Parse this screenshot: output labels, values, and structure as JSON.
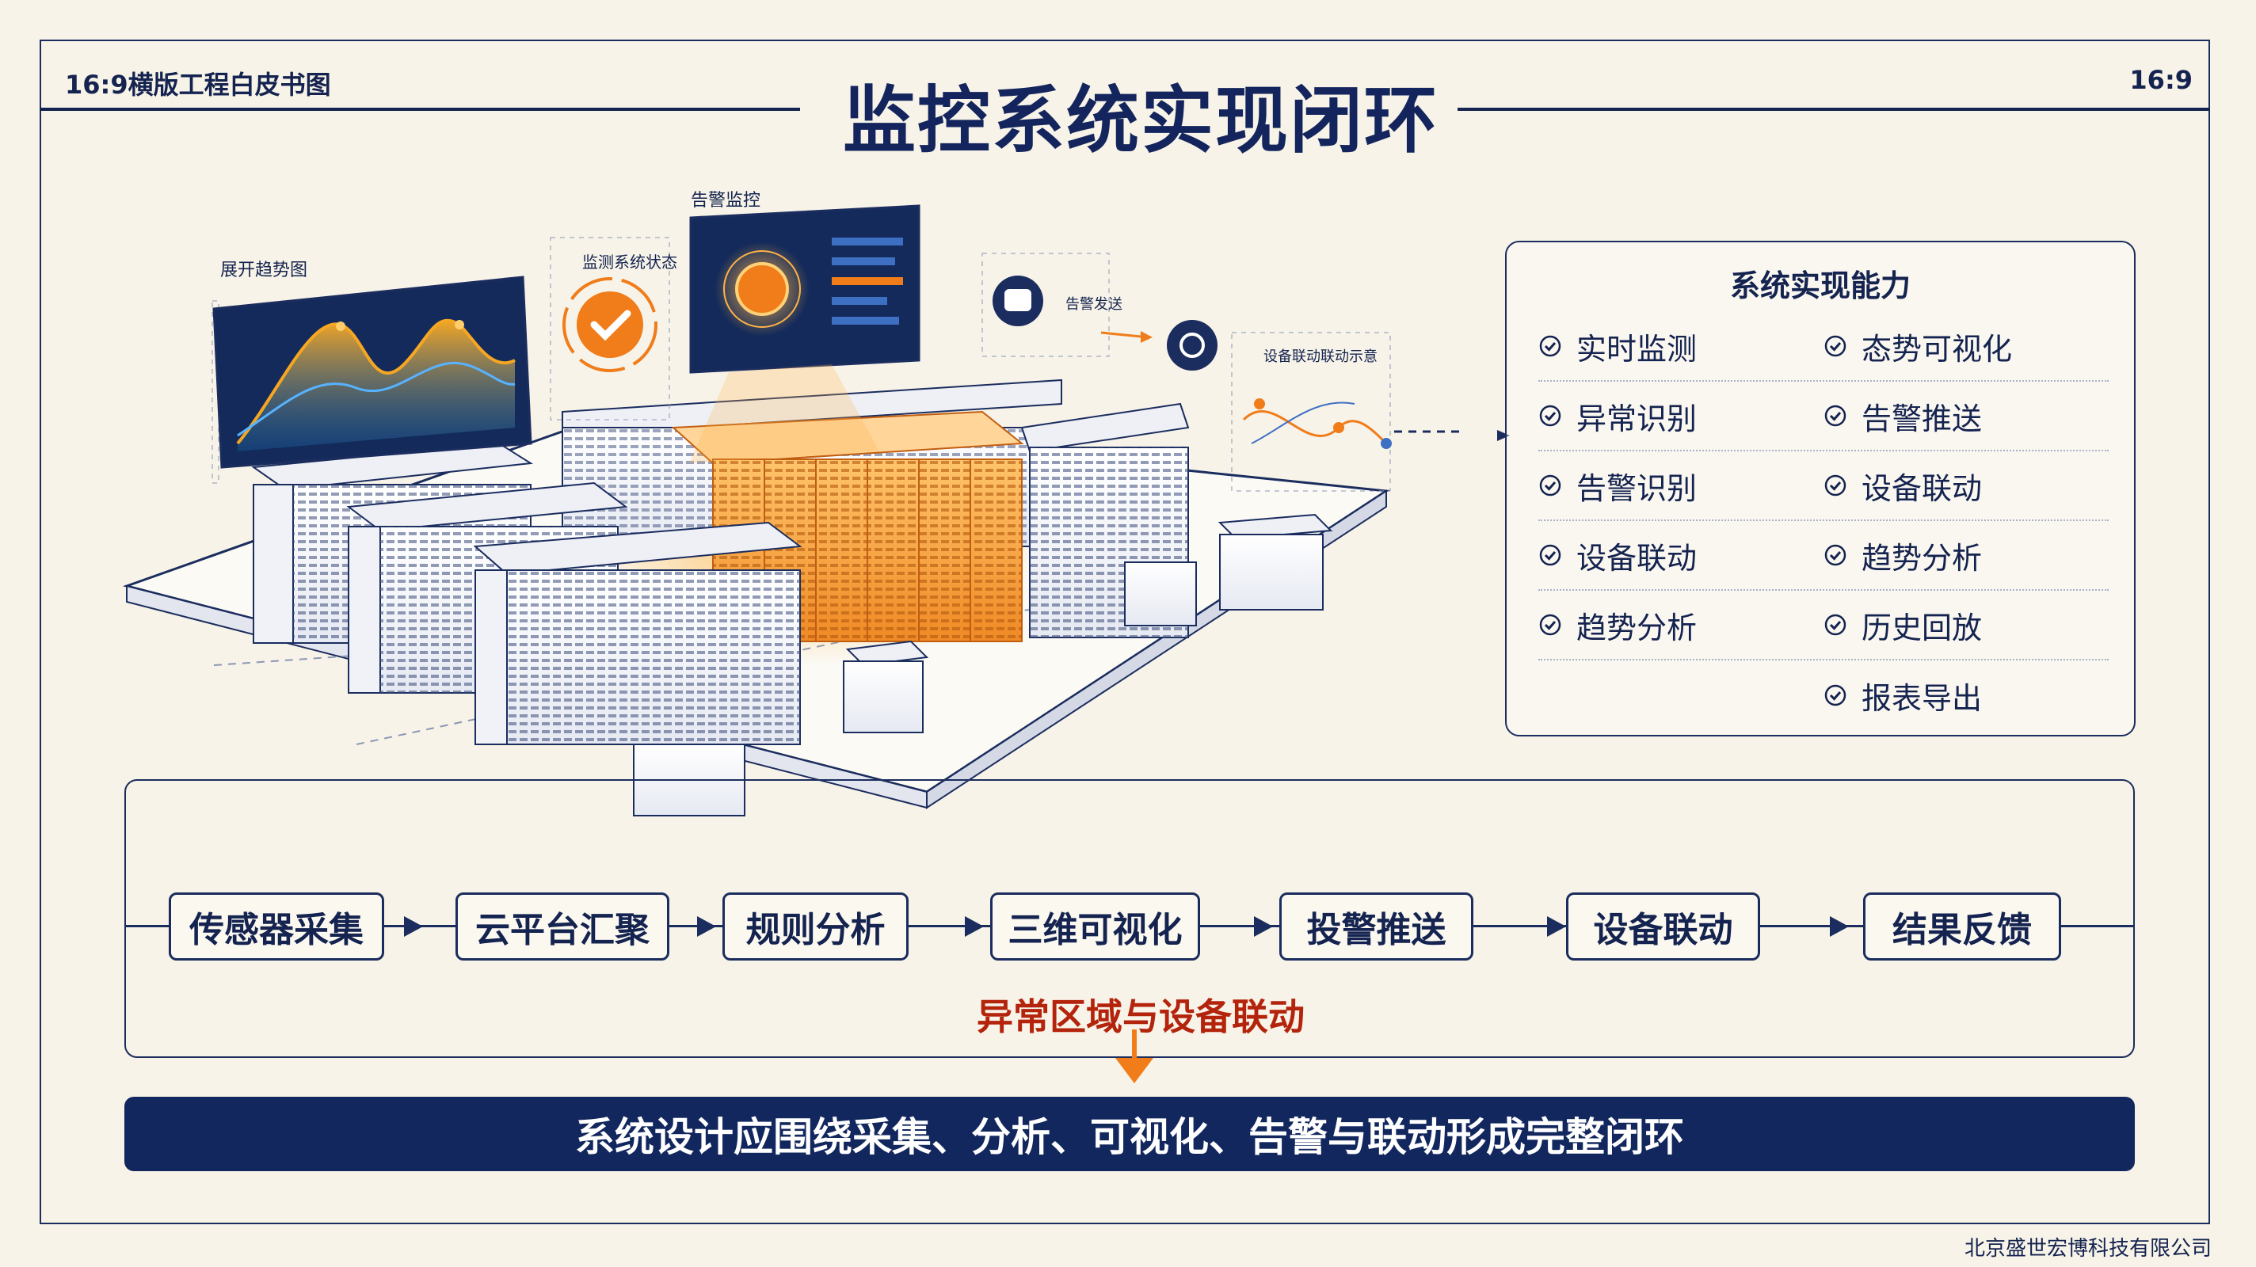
{
  "header": {
    "top_left_label": "16:9横版工程白皮书图",
    "top_right_label": "16:9",
    "title": "监控系统实现闭环"
  },
  "illustration": {
    "panel_chart_title": "展开趋势图",
    "panel_alert_title": "监测系统状态",
    "panel_dashboard_title": "告警监控",
    "panel_alert_flow_label": "告警发送",
    "panel_map_title": "设备联动联动示意"
  },
  "capabilities": {
    "title": "系统实现能力",
    "rows": [
      {
        "left": "实时监测",
        "right": "态势可视化"
      },
      {
        "left": "异常识别",
        "right": "告警推送"
      },
      {
        "left": "告警识别",
        "right": "设备联动"
      },
      {
        "left": "设备联动",
        "right": "趋势分析"
      },
      {
        "left": "趋势分析",
        "right": "历史回放"
      },
      {
        "left": "",
        "right": "报表导出"
      }
    ]
  },
  "flow": {
    "steps": [
      "传感器采集",
      "云平台汇聚",
      "规则分析",
      "三维可视化",
      "投警推送",
      "设备联动",
      "结果反馈"
    ],
    "anomaly_label": "异常区域与设备联动"
  },
  "banner": {
    "text": "系统设计应围绕采集、分析、可视化、告警与联动形成完整闭环"
  },
  "footer": {
    "company": "北京盛世宏博科技有限公司"
  },
  "colors": {
    "navy": "#13255c",
    "accent_orange": "#f07c1a",
    "alert_red": "#b4240c",
    "background": "#f7f3e8"
  }
}
